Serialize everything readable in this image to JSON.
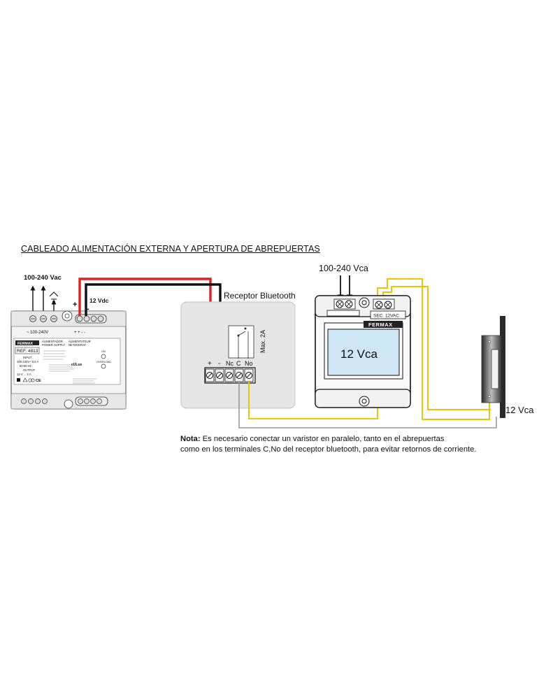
{
  "title": "CABLEADO ALIMENTACIÓN EXTERNA Y APERTURA DE ABREPUERTAS",
  "power_supply": {
    "input_label": "100-240 Vac",
    "output_label": "12 Vdc",
    "plus": "+",
    "minus": "-",
    "brand": "FERMAX",
    "line1": "ALIMENTADOR",
    "line2": "POWER SUPPLY",
    "line3": "ALIMENTATEUR",
    "line4": "NETZGERAT",
    "ref": "REF. 4813",
    "input": "INPUT",
    "input_spec": "100-240V~ 0,5 A",
    "freq": "50-60 Hz",
    "output": "OUTPUT",
    "output_spec": "12 V ... 4 A",
    "term_left": "~ 100-240V",
    "term_right": "+ + - -",
    "led_on": "ON",
    "overload": "OVERLOAD"
  },
  "receptor": {
    "label": "Receptor Bluetooth",
    "relay_max": "Max. 2A",
    "terminals": [
      "+",
      "-",
      "Nc",
      "C",
      "No"
    ]
  },
  "transformer": {
    "input_label": "100-240 Vca",
    "brand": "FERMAX",
    "sec_label": "SEC. 12VAC",
    "display": "12 Vca"
  },
  "lock": {
    "label": "12 Vca"
  },
  "note": {
    "bold": "Nota:",
    "line1": " Es necesario conectar un varistor en paralelo, tanto en el abrepuertas",
    "line2": "como en los terminales C,No del receptor bluetooth,  para evitar retornos de corriente."
  },
  "colors": {
    "red_wire": "#e02020",
    "black_wire": "#111111",
    "yellow_wire": "#f2c400",
    "gray_wire": "#9a9a9a",
    "receptor_bg": "#e6e6e6",
    "display_bg": "#cfe6f4"
  }
}
